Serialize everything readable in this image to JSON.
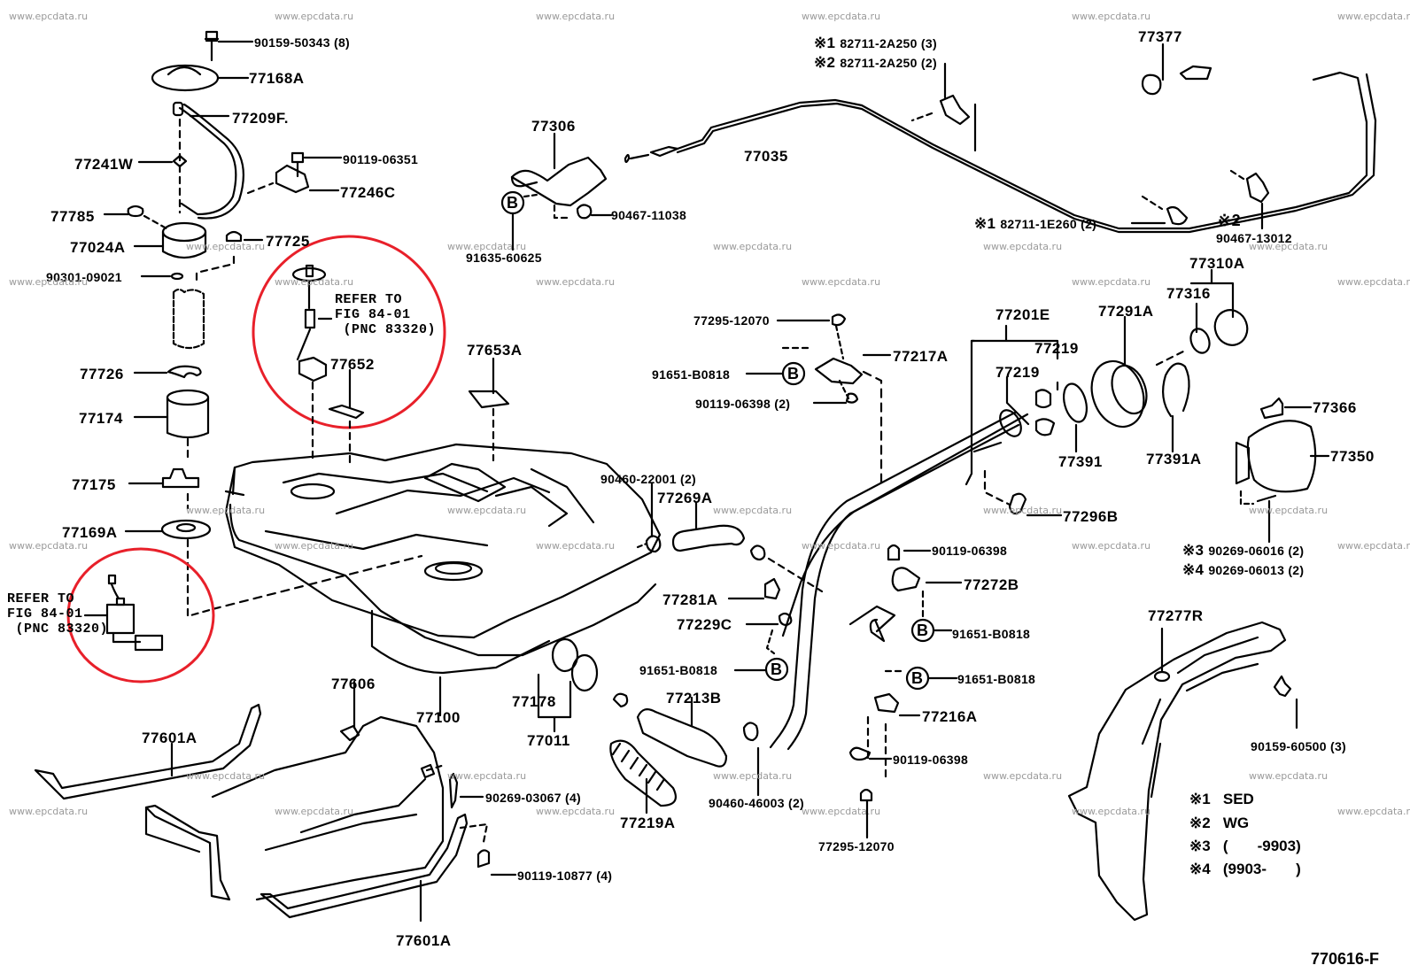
{
  "diagram": {
    "figure_code": "770616-F",
    "watermark": "www.epcdata.ru",
    "highlight_color": "#e8202a",
    "line_color": "#000000",
    "refer_note": {
      "line1": "REFER TO",
      "line2": "FIG 84-01",
      "line3": "(PNC 83320)"
    },
    "legend": [
      {
        "mark": "※1",
        "text": "SED"
      },
      {
        "mark": "※2",
        "text": "WG"
      },
      {
        "mark": "※3",
        "text": "(       -9903)"
      },
      {
        "mark": "※4",
        "text": "(9903-       )"
      }
    ],
    "callout_letter": "B",
    "parts": {
      "p90159_50343": "90159-50343 (8)",
      "p77168A": "77168A",
      "p77209F": "77209F.",
      "p77241W": "77241W",
      "p90119_06351": "90119-06351",
      "p77246C": "77246C",
      "p77785": "77785",
      "p77024A": "77024A",
      "p77725": "77725",
      "p90301_09021": "90301-09021",
      "p77726": "77726",
      "p77174": "77174",
      "p77175": "77175",
      "p77169A": "77169A",
      "p77652": "77652",
      "p77653A": "77653A",
      "p77306": "77306",
      "p90467_11038": "90467-11038",
      "p91635_60625": "91635-60625",
      "p77035": "77035",
      "p82711_2A250_1": "82711-2A250 (3)",
      "p82711_2A250_2": "82711-2A250 (2)",
      "p82711_1E260": "82711-1E260 (2)",
      "p77377": "77377",
      "p90467_13012": "90467-13012",
      "p77310A": "77310A",
      "p77316": "77316",
      "p77291A": "77291A",
      "p77201E": "77201E",
      "p77219a": "77219",
      "p77219b": "77219",
      "p77391": "77391",
      "p77391A": "77391A",
      "p77366": "77366",
      "p77350": "77350",
      "p77296B": "77296B",
      "p90269_06016": "90269-06016 (2)",
      "p90269_06013": "90269-06013 (2)",
      "p77295_12070a": "77295-12070",
      "p77217A": "77217A",
      "p91651_B0818a": "91651-B0818",
      "p90119_06398a": "90119-06398 (2)",
      "p90460_22001": "90460-22001 (2)",
      "p77269A": "77269A",
      "p90119_06398b": "90119-06398",
      "p77272B": "77272B",
      "p77281A": "77281A",
      "p77229C": "77229C",
      "p91651_B0818b": "91651-B0818",
      "p91651_B0818c": "91651-B0818",
      "p91651_B0818d": "91651-B0818",
      "p77216A": "77216A",
      "p77178": "77178",
      "p77011": "77011",
      "p77100": "77100",
      "p77213B": "77213B",
      "p77219A": "77219A",
      "p90460_46003": "90460-46003 (2)",
      "p90119_06398c": "90119-06398",
      "p77295_12070b": "77295-12070",
      "p77606": "77606",
      "p77601A_a": "77601A",
      "p77601A_b": "77601A",
      "p90269_03067": "90269-03067 (4)",
      "p90119_10877": "90119-10877 (4)",
      "p77277R": "77277R",
      "p90159_60500": "90159-60500 (3)"
    }
  }
}
